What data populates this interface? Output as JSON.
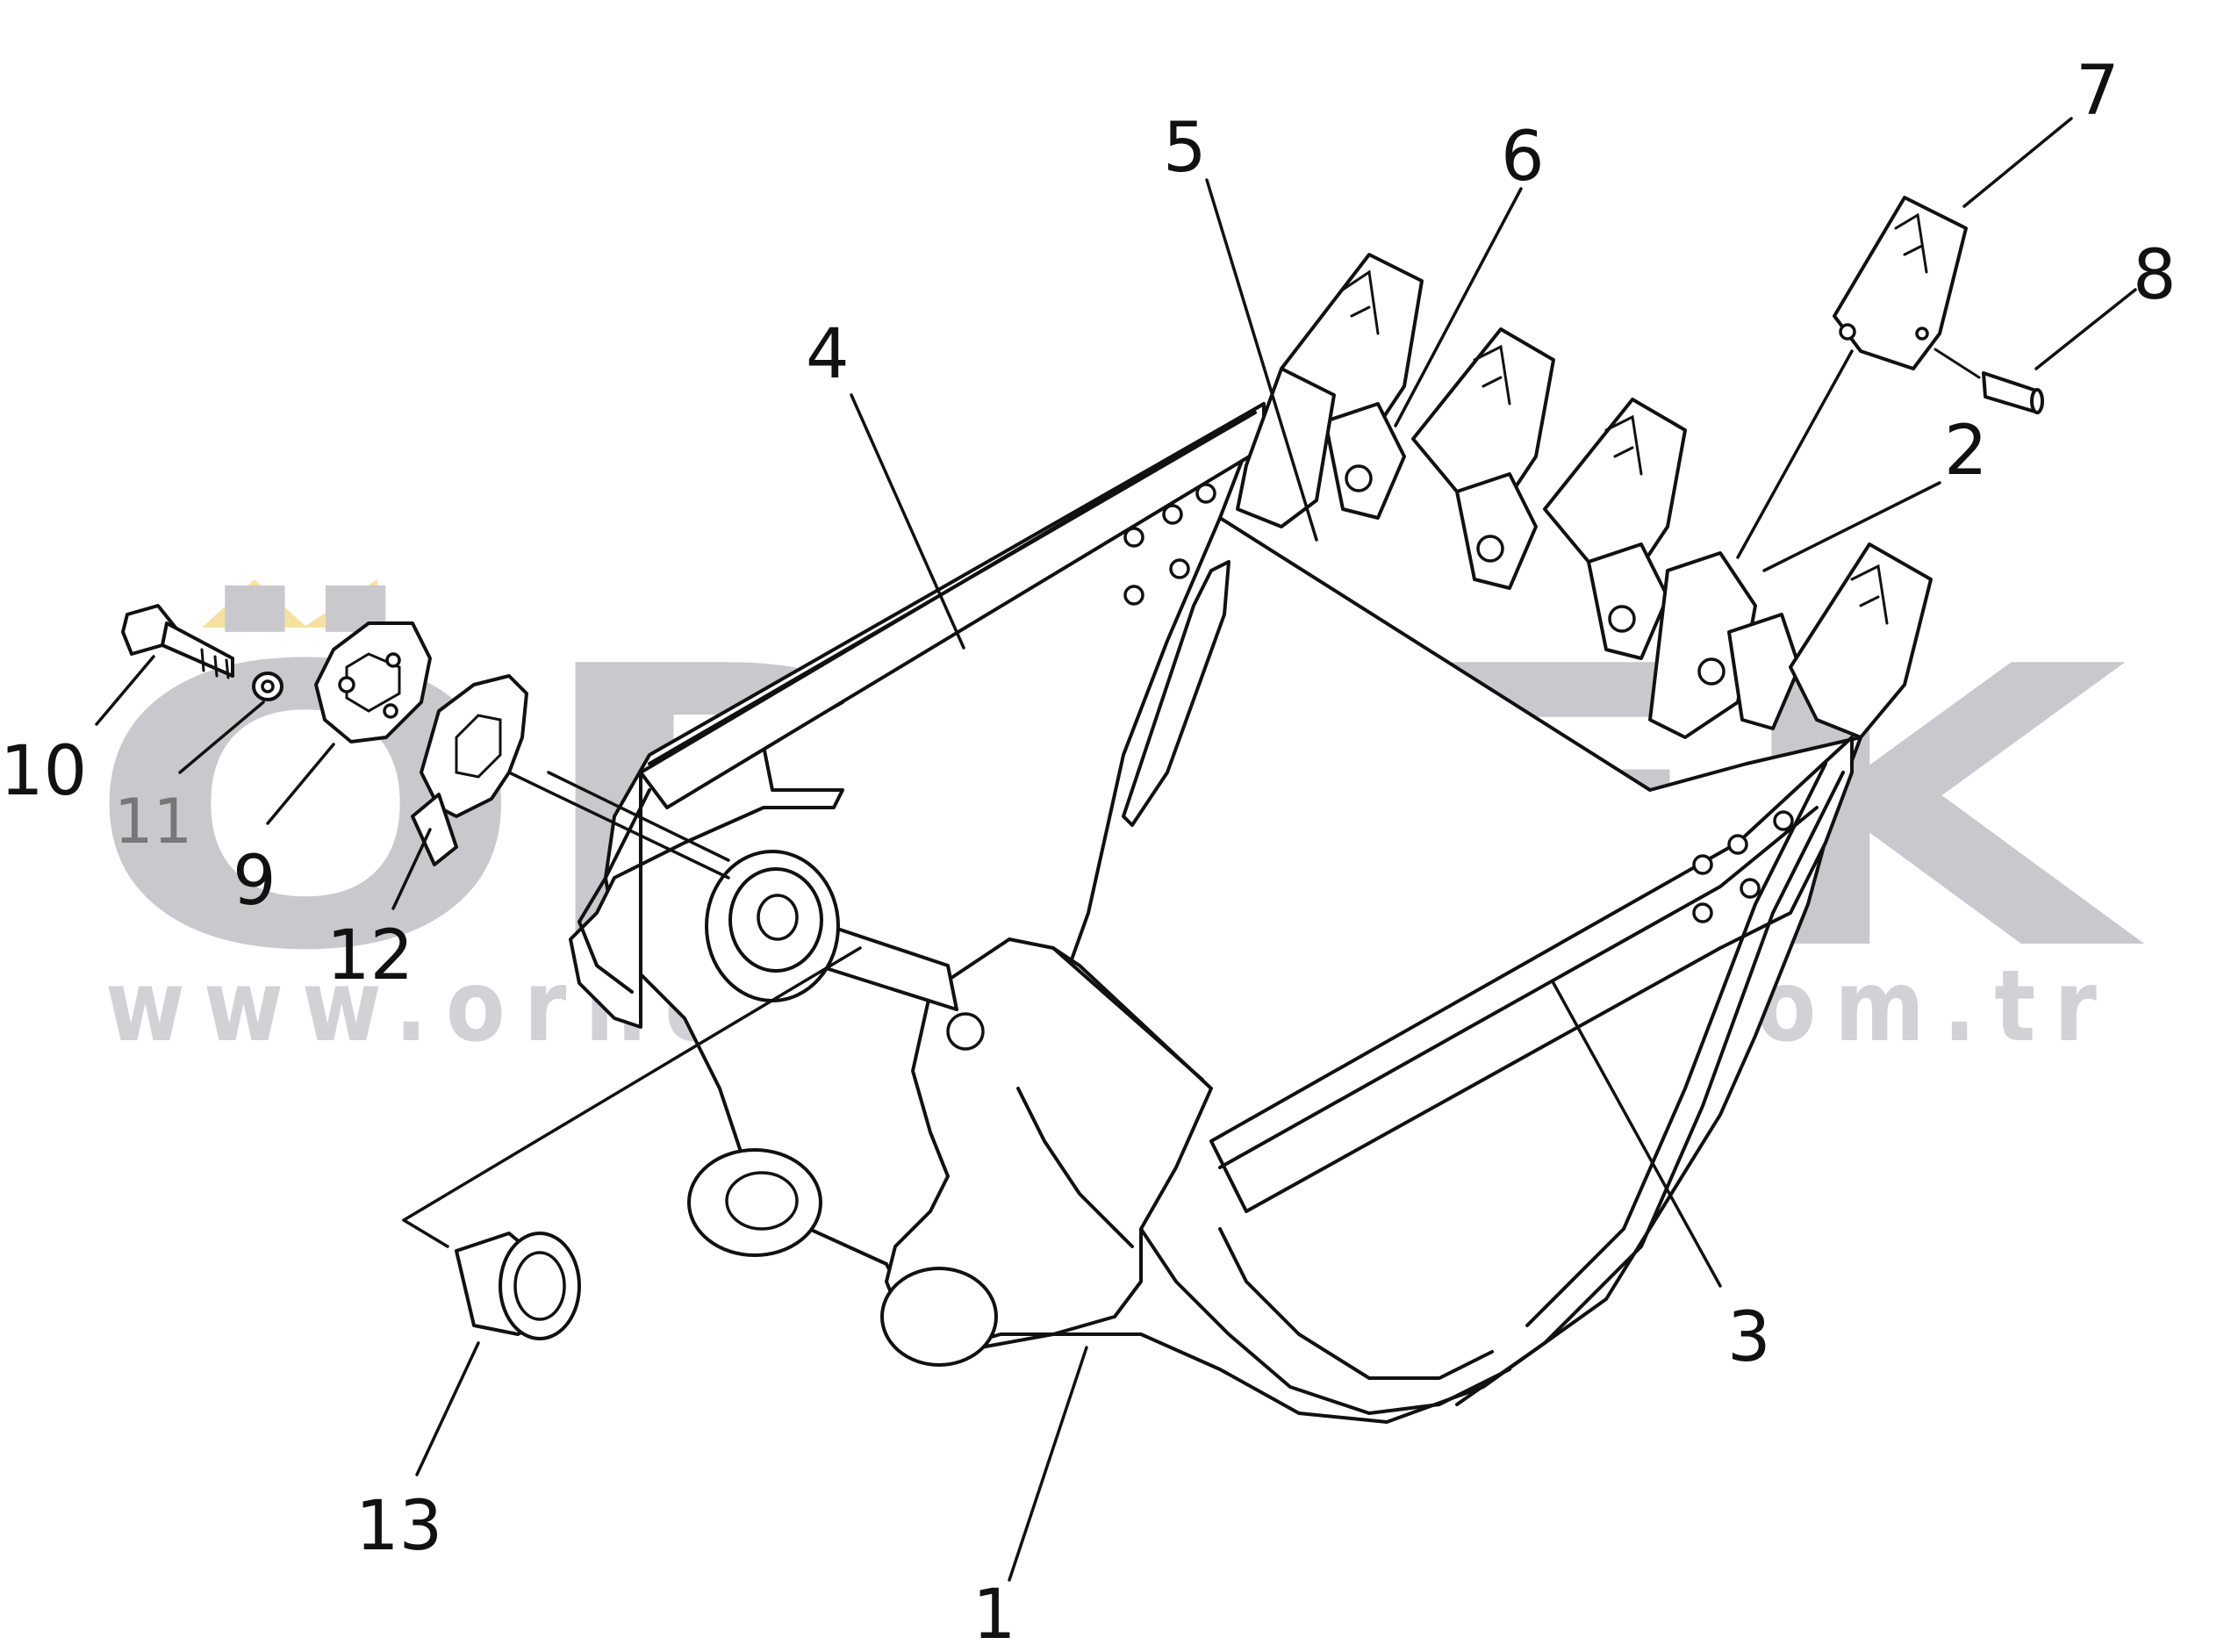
{
  "watermark": {
    "brand": "ÖRNEK",
    "url": "www.ornekismakinalari.com.tr",
    "brand_color": "#c9c9cd",
    "accent_color": "#f2d98a"
  },
  "diagram": {
    "type": "exploded-parts-diagram",
    "subject": "excavator bucket",
    "callouts": [
      {
        "id": "1",
        "label": "1"
      },
      {
        "id": "2",
        "label": "2"
      },
      {
        "id": "3",
        "label": "3"
      },
      {
        "id": "4",
        "label": "4"
      },
      {
        "id": "5",
        "label": "5"
      },
      {
        "id": "6",
        "label": "6"
      },
      {
        "id": "7",
        "label": "7"
      },
      {
        "id": "8",
        "label": "8"
      },
      {
        "id": "9",
        "label": "9"
      },
      {
        "id": "10",
        "label": "10"
      },
      {
        "id": "11",
        "label": "11"
      },
      {
        "id": "12",
        "label": "12"
      },
      {
        "id": "13",
        "label": "13"
      }
    ]
  }
}
